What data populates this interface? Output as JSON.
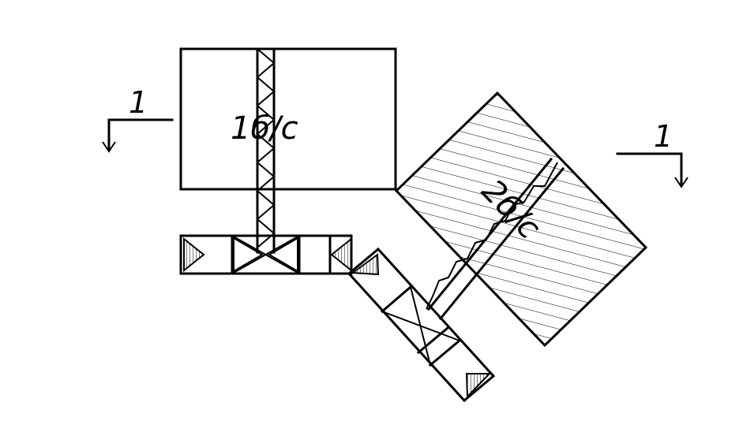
{
  "section_marks": {
    "left": "1",
    "right": "1"
  },
  "labels": {
    "block_one": "1б/с",
    "block_two": "2б/с"
  },
  "colors": {
    "line": "#000000",
    "background": "#ffffff"
  }
}
